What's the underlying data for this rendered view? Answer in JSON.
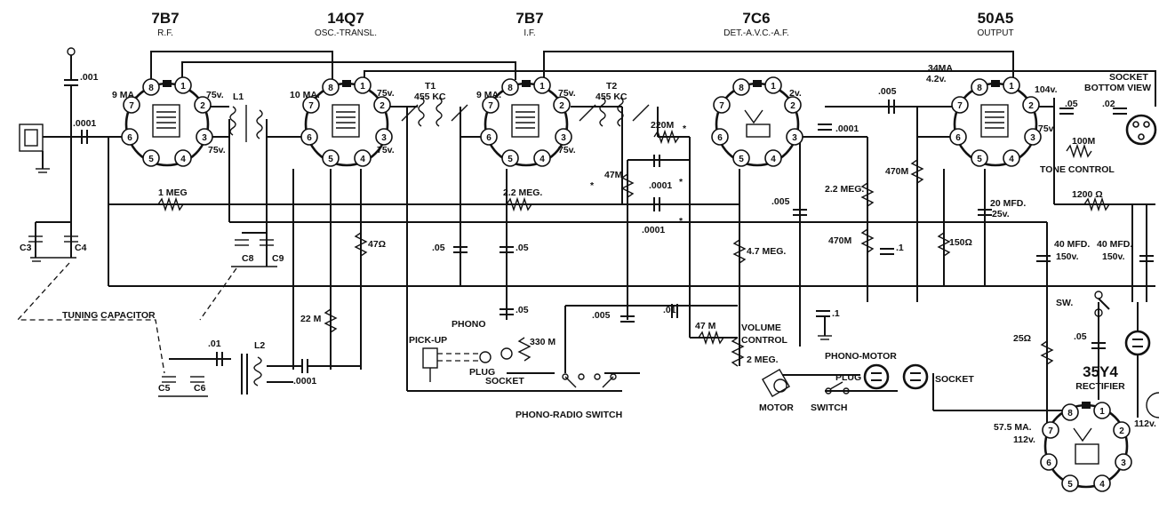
{
  "tubes": [
    {
      "type": "7B7",
      "function": "R.F.",
      "current": "9 MA.",
      "voltages": [
        "75v.",
        "75v."
      ]
    },
    {
      "type": "14Q7",
      "function": "OSC.-TRANSL.",
      "current": "10 MA.",
      "voltages": [
        "75v.",
        "75v."
      ]
    },
    {
      "type": "7B7",
      "function": "I.F.",
      "current": "9 MA.",
      "voltages": [
        "75v.",
        "75v."
      ]
    },
    {
      "type": "7C6",
      "function": "DET.-A.V.C.-A.F.",
      "current": "",
      "voltages": [
        "2v."
      ]
    },
    {
      "type": "50A5",
      "function": "OUTPUT",
      "current": "34MA",
      "voltages": [
        "4.2v.",
        "104v.",
        "75v."
      ]
    },
    {
      "type": "35Y4",
      "function": "RECTIFIER",
      "current": "57.5 MA.",
      "voltages": [
        "112v.",
        "112v."
      ]
    }
  ],
  "components": {
    "c_001": ".001",
    "c_0001_ant": ".0001",
    "r_1meg": "1 MEG",
    "r_22meg_avc": "2.2 MEG.",
    "c3": "C3",
    "c4": "C4",
    "c8": "C8",
    "c9": "C9",
    "c5": "C5",
    "c6": "C6",
    "l1": "L1",
    "l2": "L2",
    "t1": "T1",
    "t1_freq": "455 KC",
    "t2": "T2",
    "t2_freq": "455 KC",
    "r_220m": "220M",
    "r_47m_a": "47M",
    "c_0001_a": ".0001",
    "c_0001_b": ".0001",
    "r_47ohm": "47Ω",
    "c_05_a": ".05",
    "c_05_b": ".05",
    "c_05_c": ".05",
    "r_22m": "22 M",
    "c_01_osc": ".01",
    "c_0001_osc": ".0001",
    "c_005_a": ".005",
    "c_01_det": ".01",
    "r_47m_b": "47 M",
    "r_330m": "330 M",
    "c_005_top": ".005",
    "c_0001_det": ".0001",
    "c_005_det": ".005",
    "r_47meg": "4.7 MEG.",
    "r_22meg_out": "2.2 MEG.",
    "r_470m_a": "470M",
    "r_470m_b": "470M",
    "c_1_a": ".1",
    "c_1_b": ".1",
    "r_150ohm": "150Ω",
    "c_20mfd": "20 MFD.",
    "c_20mfd_v": "25v.",
    "c_05_tone": ".05",
    "c_02": ".02",
    "r_100m": "100M",
    "r_1200": "1200 Ω",
    "c_40mfd_a": "40 MFD.",
    "c_40mfd_a_v": "150v.",
    "c_40mfd_b": "40 MFD.",
    "c_40mfd_b_v": "150v.",
    "r_25ohm": "25Ω",
    "c_05_line": ".05",
    "volume_r": "2 MEG."
  },
  "labels": {
    "tuning_capacitor": "TUNING CAPACITOR",
    "phono": "PHONO",
    "pickup": "PICK-UP",
    "plug": "PLUG",
    "socket": "SOCKET",
    "phono_radio_switch": "PHONO-RADIO SWITCH",
    "volume_control_1": "VOLUME",
    "volume_control_2": "CONTROL",
    "phono_motor": "PHONO-MOTOR",
    "motor_plug": "PLUG",
    "motor": "MOTOR",
    "switch": "SWITCH",
    "motor_socket": "SOCKET",
    "socket_view_1": "SOCKET",
    "socket_view_2": "BOTTOM VIEW",
    "tone_control": "TONE CONTROL",
    "sw": "SW.",
    "asterisk": "*"
  }
}
